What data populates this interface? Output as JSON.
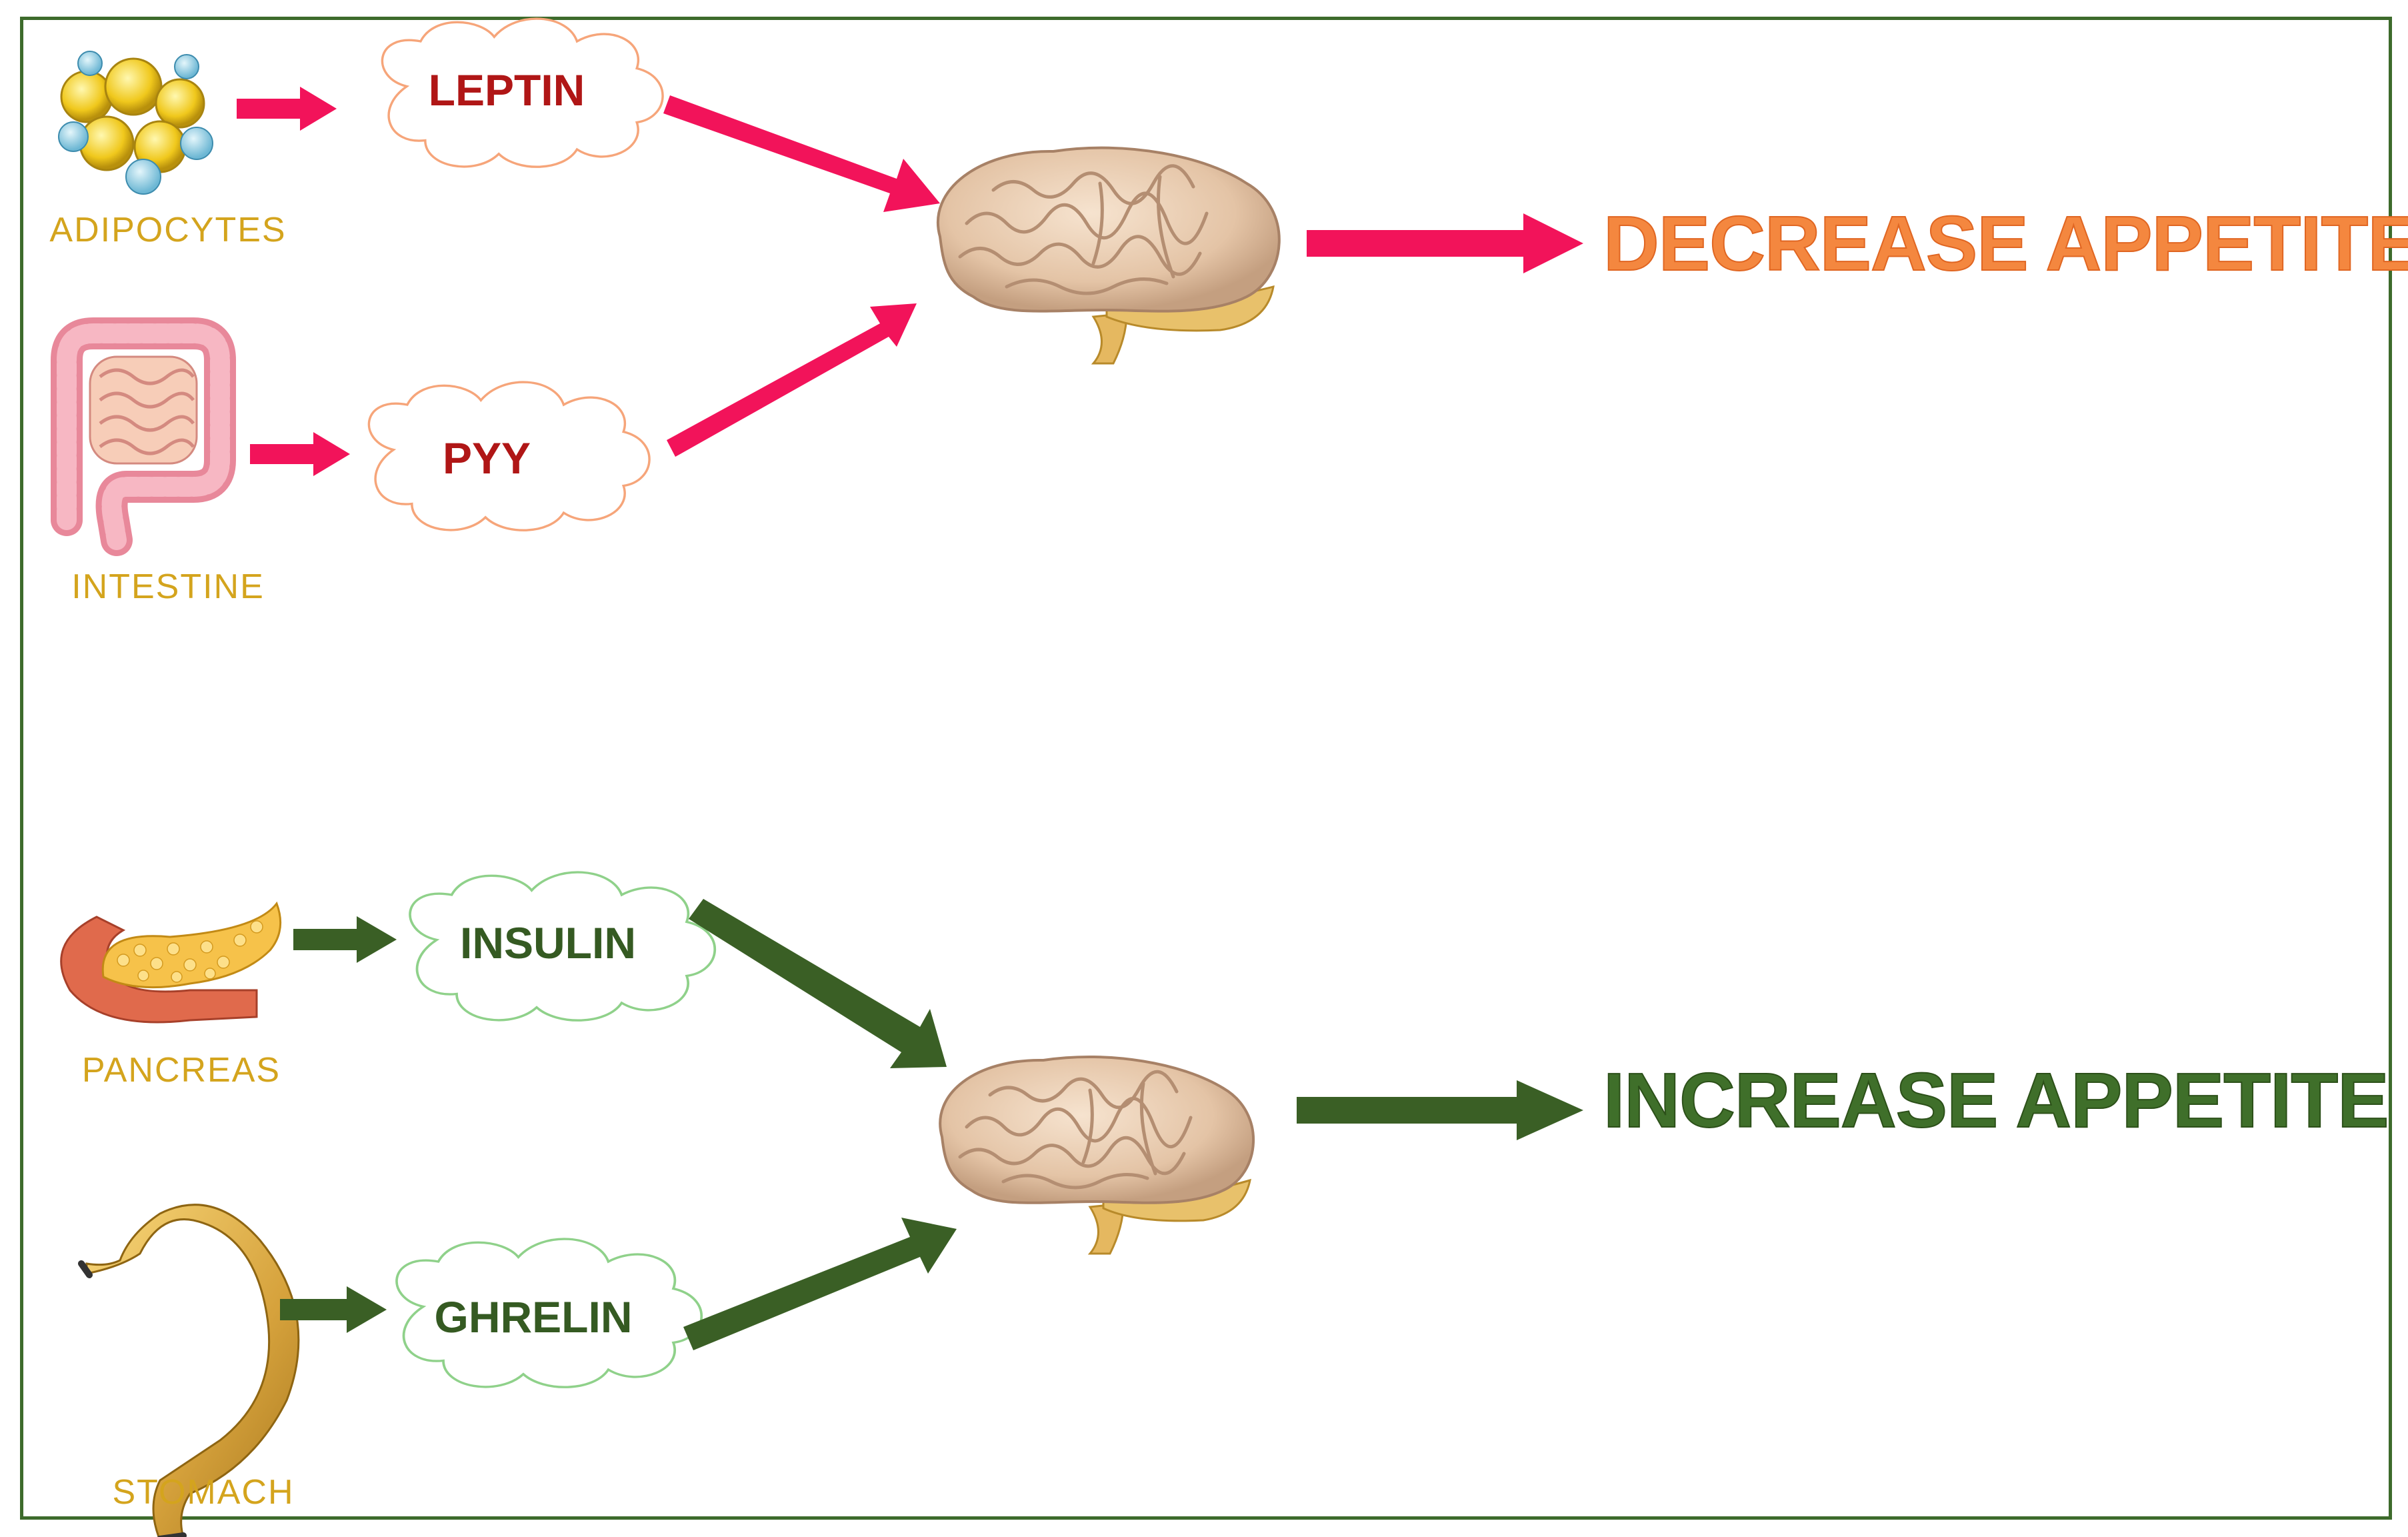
{
  "colors": {
    "frame": "#3d6b2c",
    "decrease_arrow": "#f2135a",
    "increase_arrow": "#3a5f25",
    "organ_label": "#d4a41d",
    "decrease_text": "#f4873f",
    "increase_text": "#3f6f2a",
    "decrease_hormone": "#b01616",
    "increase_hormone": "#355a22",
    "decrease_cloud": "#f6a57a",
    "increase_cloud": "#8fd18a"
  },
  "top_pathway": {
    "organs": [
      {
        "label": "ADIPOCYTES",
        "icon": "adipocytes-icon"
      },
      {
        "label": "INTESTINE",
        "icon": "intestine-icon"
      }
    ],
    "hormones": [
      "LEPTIN",
      "PYY"
    ],
    "target_icon": "brain-icon",
    "outcome": "DECREASE APPETITE"
  },
  "bottom_pathway": {
    "organs": [
      {
        "label": "PANCREAS",
        "icon": "pancreas-icon"
      },
      {
        "label": "STOMACH",
        "icon": "stomach-icon"
      }
    ],
    "hormones": [
      "INSULIN",
      "GHRELIN"
    ],
    "target_icon": "brain-icon",
    "outcome": "INCREASE APPETITE"
  }
}
